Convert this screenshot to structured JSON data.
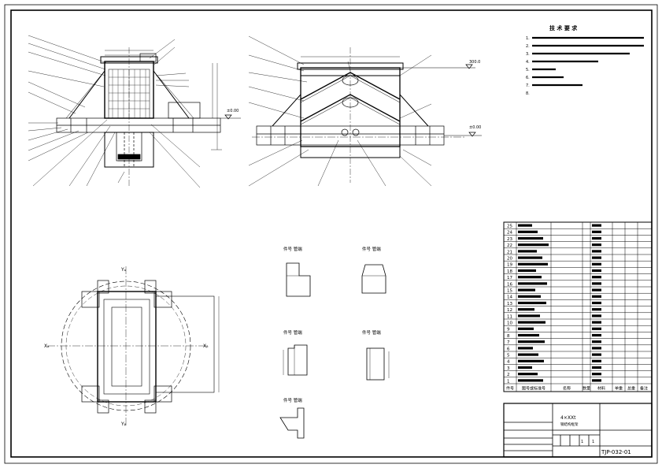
{
  "notes": {
    "title": "技 术 要 求",
    "items": [
      "1.",
      "2.",
      "3.",
      "4.",
      "5.",
      "6.",
      "7.",
      "8."
    ]
  },
  "elevations": [
    "±0.00",
    "300.0",
    "±0.00"
  ],
  "ground_label": "",
  "detail_views": [
    {
      "label": "件号",
      "value": "管端"
    },
    {
      "label": "件号",
      "value": "管端"
    },
    {
      "label": "件号",
      "value": "管端"
    },
    {
      "label": "件号",
      "value": "管端"
    },
    {
      "label": "件号",
      "value": "管端"
    }
  ],
  "plan_axes": [
    "Yₐ",
    "Xₐ",
    "Xᵦ",
    "Yᵦ"
  ],
  "bom_header": [
    "件号",
    "图号或标准号",
    "名称",
    "数量",
    "材料",
    "单重",
    "总重",
    "备注"
  ],
  "bom_numbers": [
    "25",
    "24",
    "23",
    "22",
    "21",
    "20",
    "19",
    "18",
    "17",
    "16",
    "15",
    "14",
    "13",
    "12",
    "11",
    "10",
    "9",
    "8",
    "7",
    "6",
    "5",
    "4",
    "3",
    "2",
    "1"
  ],
  "title_block": {
    "name": "4×XXt",
    "subtitle": "钢结构框架",
    "scale": "1",
    "sheet": "1",
    "drawing_no": "TJP-032-01"
  }
}
